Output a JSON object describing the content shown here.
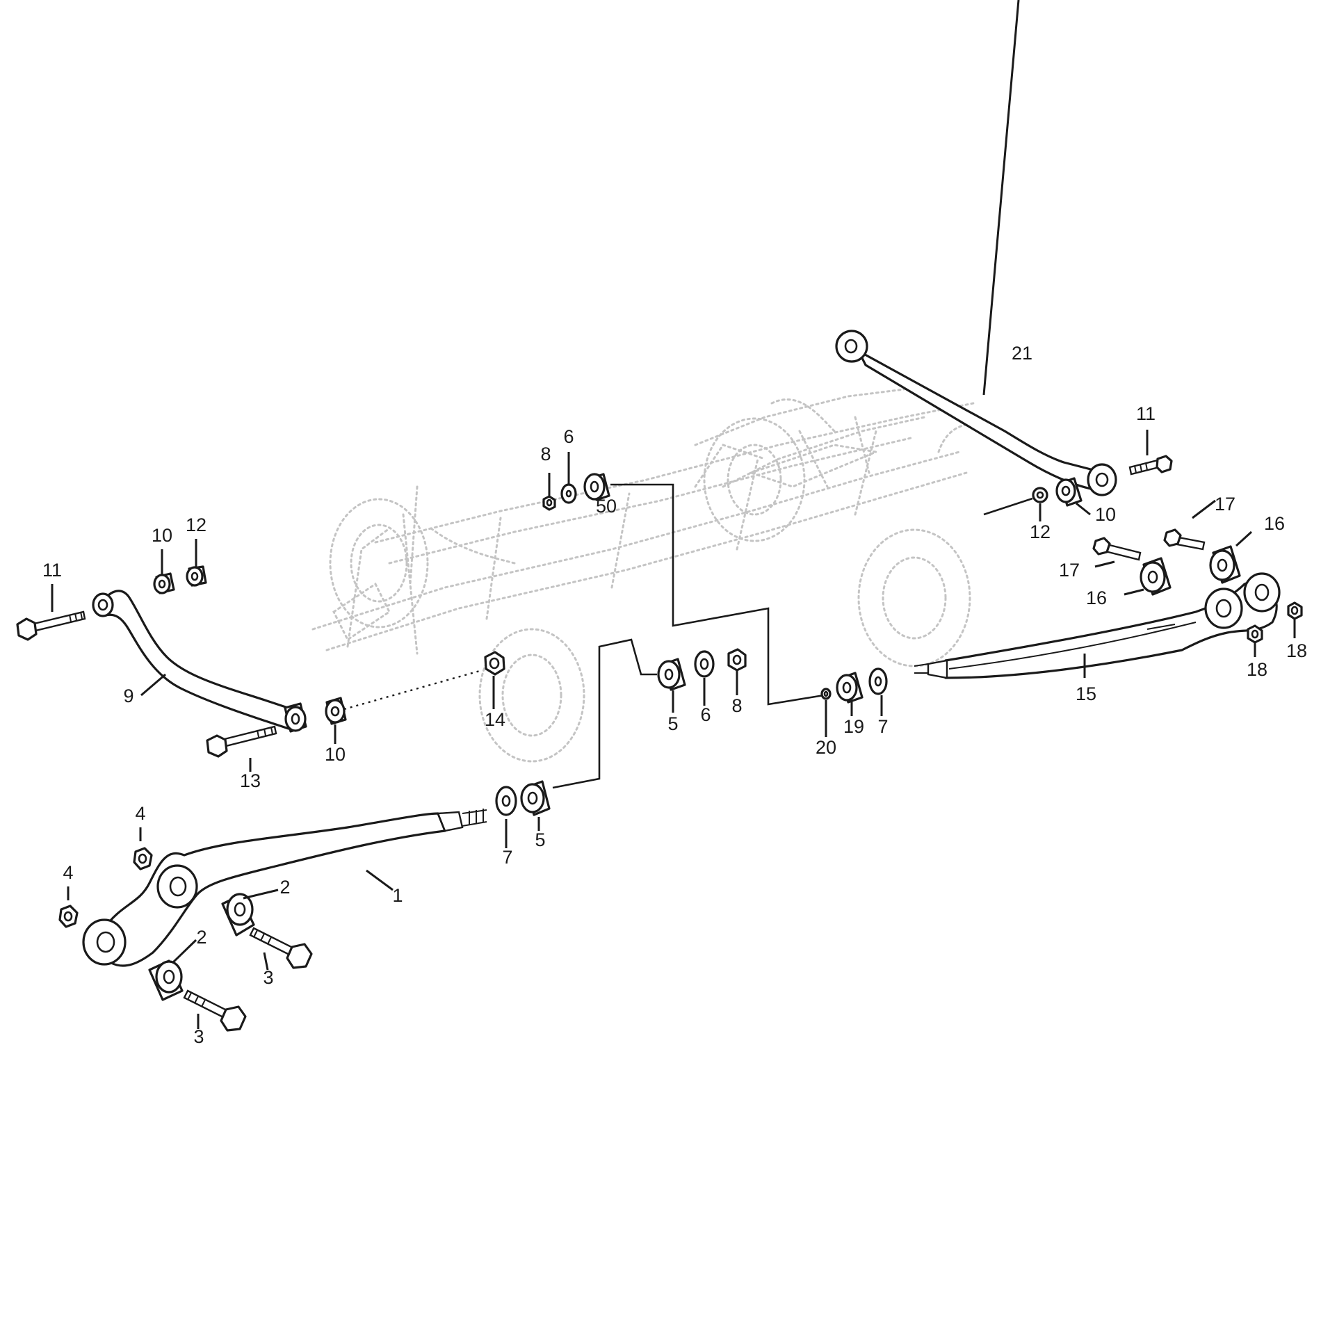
{
  "callouts": {
    "c1": "1",
    "c2a": "2",
    "c2b": "2",
    "c3a": "3",
    "c3b": "3",
    "c4a": "4",
    "c4b": "4",
    "c5a": "5",
    "c5b": "5",
    "c6a": "6",
    "c6b": "6",
    "c7a": "7",
    "c7b": "7",
    "c8a": "8",
    "c8b": "8",
    "c9": "9",
    "c10a": "10",
    "c10b": "10",
    "c10c": "10",
    "c11a": "11",
    "c11b": "11",
    "c12a": "12",
    "c12b": "12",
    "c13": "13",
    "c14": "14",
    "c15": "15",
    "c16a": "16",
    "c16b": "16",
    "c17a": "17",
    "c17b": "17",
    "c18a": "18",
    "c18b": "18",
    "c19": "19",
    "c20": "20",
    "c21": "21",
    "c50": "50"
  }
}
